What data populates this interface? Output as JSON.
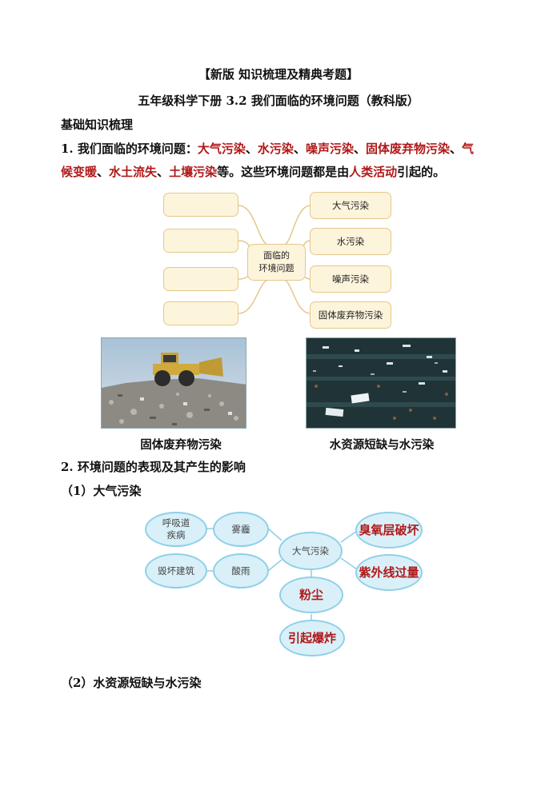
{
  "header": {
    "title": "【新版 知识梳理及精典考题】",
    "subtitle": "五年级科学下册 3.2 我们面临的环境问题（教科版）"
  },
  "section_basic": "基础知识梳理",
  "point1": {
    "prefix": "1. 我们面临的环境问题：",
    "items": [
      "大气污染",
      "水污染",
      "噪声污染",
      "固体废弃物污染",
      "气候变暖",
      "水土流失",
      "土壤污染"
    ],
    "sep": "、",
    "line1_suffix": "、气",
    "line2_prefix": "候变暖",
    "mid": "等。这些环境问题都是由",
    "cause": "人类活动",
    "end": "引起的。"
  },
  "mindmap1": {
    "center": [
      "面临的",
      "环境问题"
    ],
    "right": [
      "大气污染",
      "水污染",
      "噪声污染",
      "固体废弃物污染"
    ],
    "left": [
      "",
      "",
      "",
      ""
    ]
  },
  "photos": {
    "left_caption": "固体废弃物污染",
    "right_caption": "水资源短缺与水污染"
  },
  "point2": "2. 环境问题的表现及其产生的影响",
  "sub1": "（1）大气污染",
  "mindmap2": {
    "center": "大气污染",
    "smog": "雾霾",
    "acid": "酸雨",
    "resp": [
      "呼吸道",
      "疾病"
    ],
    "building": "毁坏建筑",
    "ozone": "臭氧层破坏",
    "uv": "紫外线过量",
    "dust": "粉尘",
    "explosion": "引起爆炸"
  },
  "sub2": "（2）水资源短缺与水污染",
  "colors": {
    "accent_red": "#b01818",
    "bubble_fill": "#d9f0f9",
    "box_fill": "#fdf4dc"
  }
}
